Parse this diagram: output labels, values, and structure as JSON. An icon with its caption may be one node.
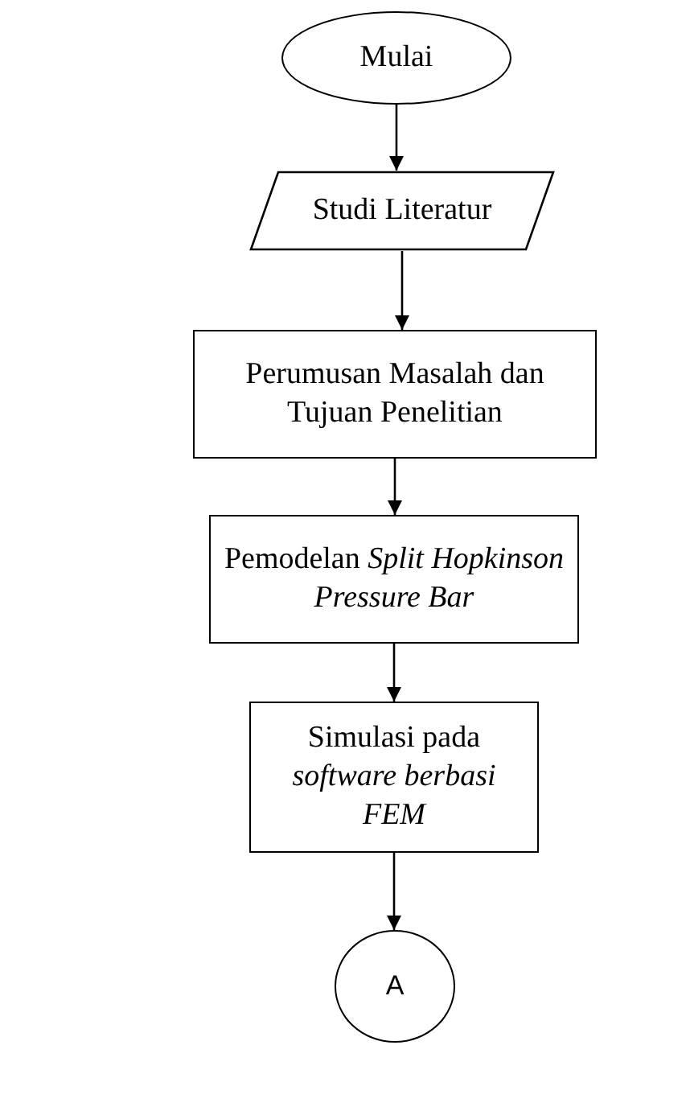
{
  "diagram": {
    "nodes": [
      {
        "text": [
          "Mulai"
        ]
      },
      {
        "text": [
          "Studi Literatur"
        ]
      },
      {
        "text": [
          "Perumusan Masalah dan Tujuan Penelitian"
        ]
      },
      {
        "text": [
          "Pemodelan *Split Hopkinson Pressure Bar*"
        ]
      },
      {
        "text": [
          "Simulasi pada *software berbasi FEM*"
        ]
      },
      {
        "text": [
          "A"
        ]
      }
    ],
    "edges": [
      {
        "from": 0,
        "to": 1,
        "arrow": "to"
      },
      {
        "from": 1,
        "to": 2,
        "arrow": "to"
      },
      {
        "from": 2,
        "to": 3,
        "arrow": "to"
      },
      {
        "from": 3,
        "to": 4,
        "arrow": "to"
      },
      {
        "from": 4,
        "to": 5,
        "arrow": "to"
      }
    ]
  }
}
